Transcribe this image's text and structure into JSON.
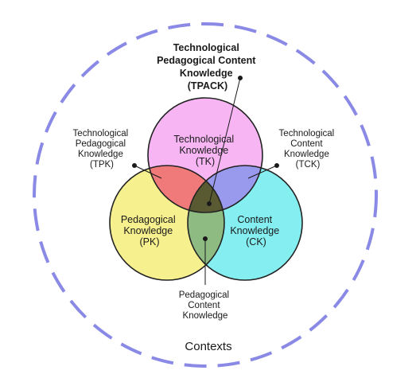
{
  "contexts_label": "Contexts",
  "tpack": [
    "Technological",
    "Pedagogical Content",
    "Knowledge",
    "(TPACK)"
  ],
  "tk": [
    "Technological",
    "Knowledge",
    "(TK)"
  ],
  "pk": [
    "Pedagogical",
    "Knowledge",
    "(PK)"
  ],
  "ck": [
    "Content",
    "Knowledge",
    "(CK)"
  ],
  "tpk": [
    "Technological",
    "Pedagogical",
    "Knowledge",
    "(TPK)"
  ],
  "tck": [
    "Technological",
    "Content",
    "Knowledge",
    "(TCK)"
  ],
  "pck": [
    "Pedagogical",
    "Content",
    "Knowledge"
  ],
  "colors": {
    "contexts_border": "#8a8ae6",
    "tk": "#f7b6f3",
    "pk": "#f7f08e",
    "ck": "#84eef1",
    "tpk": "#f07a7a",
    "tck": "#9999ee",
    "pck": "#8dbb82",
    "tpack": "#5a5a32"
  }
}
